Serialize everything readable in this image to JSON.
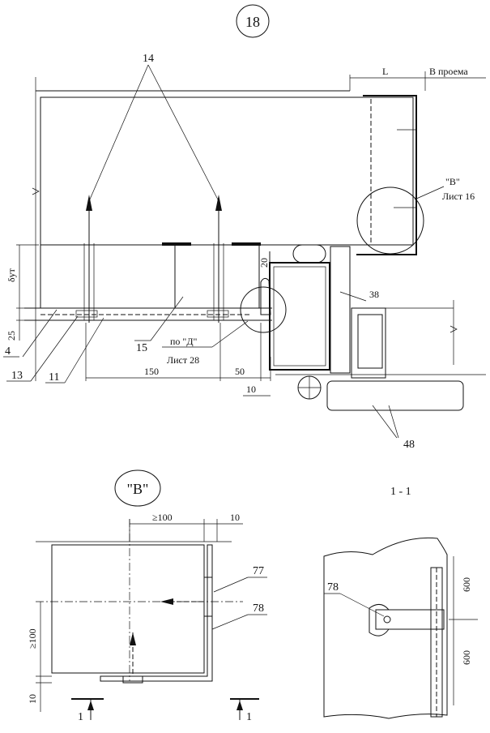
{
  "detail_number": "18",
  "main_section": {
    "labels": {
      "l14": "14",
      "l4": "4",
      "l13": "13",
      "l11": "11",
      "l15": "15",
      "l38": "38",
      "l48": "48",
      "dim_L": "L",
      "v_proema": "В проема",
      "ref_b": "\"В\"",
      "list16": "Лист 16",
      "po_d": "по \"Д\"",
      "list28": "Лист 28",
      "delta": "δут",
      "d20": "20",
      "d25": "25",
      "d150": "150",
      "d50": "50",
      "d10": "10"
    }
  },
  "detail_b": {
    "title": "\"В\"",
    "labels": {
      "ge100_top": "≥100",
      "d10_top": "10",
      "l77": "77",
      "l78": "78",
      "ge100_side": "≥100",
      "d10_side": "10",
      "arrow1_left": "1",
      "arrow1_right": "1"
    }
  },
  "section_1_1": {
    "title": "1 - 1",
    "labels": {
      "l78": "78",
      "d600_top": "600",
      "d600_bottom": "600"
    }
  }
}
